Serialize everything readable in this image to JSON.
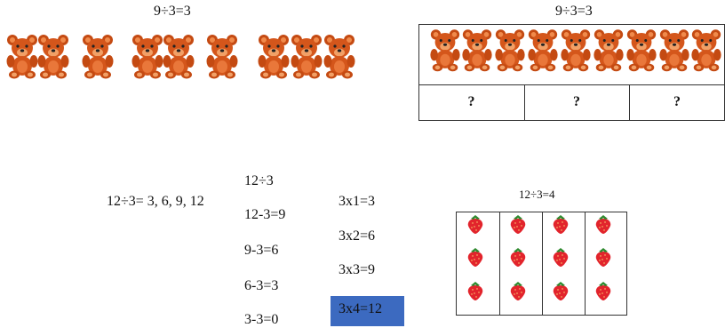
{
  "left_division": {
    "equation": "9÷3=3",
    "bear_groups": [
      3,
      3,
      3
    ]
  },
  "right_division": {
    "equation": "9÷3=3",
    "bear_count": 9,
    "cells": [
      "?",
      "?",
      "?"
    ]
  },
  "skip_counting": {
    "text": "12÷3= 3, 6, 9, 12"
  },
  "subtraction": {
    "lines": [
      "12÷3",
      "12-3=9",
      "9-3=6",
      "6-3=3",
      "3-3=0"
    ]
  },
  "multiplication": {
    "lines": [
      "3x1=3",
      "3x2=6",
      "3x3=9",
      "3x4=12"
    ],
    "highlighted_index": 3
  },
  "strawberry_grid": {
    "equation": "12÷3=4",
    "columns": 4,
    "rows": 3
  },
  "colors": {
    "bear": "#d4561b",
    "highlight": "#3c6ac0",
    "strawberry": "#e2242c"
  },
  "icons": {
    "bear": "teddy-bear-icon",
    "strawberry": "strawberry-icon"
  }
}
